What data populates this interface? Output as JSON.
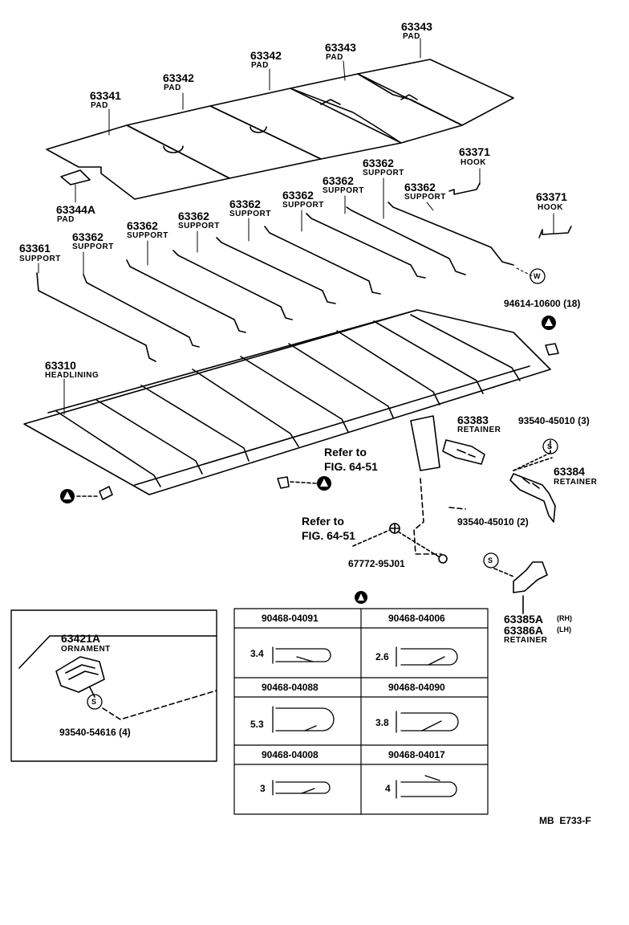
{
  "pads": [
    {
      "num": "63343",
      "name": "PAD"
    },
    {
      "num": "63343",
      "name": "PAD"
    },
    {
      "num": "63342",
      "name": "PAD"
    },
    {
      "num": "63342",
      "name": "PAD"
    },
    {
      "num": "63341",
      "name": "PAD"
    },
    {
      "num": "63344A",
      "name": "PAD"
    }
  ],
  "supports": [
    {
      "num": "63361",
      "name": "SUPPORT"
    },
    {
      "num": "63362",
      "name": "SUPPORT"
    },
    {
      "num": "63362",
      "name": "SUPPORT"
    },
    {
      "num": "63362",
      "name": "SUPPORT"
    },
    {
      "num": "63362",
      "name": "SUPPORT"
    },
    {
      "num": "63362",
      "name": "SUPPORT"
    },
    {
      "num": "63362",
      "name": "SUPPORT"
    },
    {
      "num": "63362",
      "name": "SUPPORT"
    },
    {
      "num": "63362",
      "name": "SUPPORT"
    }
  ],
  "hooks": [
    {
      "num": "63371",
      "name": "HOOK"
    },
    {
      "num": "63371",
      "name": "HOOK"
    }
  ],
  "clip_w": {
    "part": "94614-10600 (18)",
    "symbol": "W"
  },
  "headlining": {
    "num": "63310",
    "name": "HEADLINING"
  },
  "refs": [
    {
      "line1": "Refer to",
      "line2": "FIG. 64-51"
    },
    {
      "line1": "Refer to",
      "line2": "FIG. 64-51"
    }
  ],
  "retainer_63383": {
    "num": "63383",
    "name": "RETAINER"
  },
  "retainer_63384": {
    "num": "63384",
    "name": "RETAINER"
  },
  "screw_s1": {
    "part": "93540-45010 (3)",
    "symbol": "S"
  },
  "screw_s2": {
    "part": "93540-45010 (2)",
    "symbol": "S"
  },
  "nut_67772": {
    "part": "67772-95J01"
  },
  "retainer_63385": {
    "num_rh": "63385A",
    "rh": "(RH)",
    "num_lh": "63386A",
    "lh": "(LH)",
    "name": "RETAINER"
  },
  "ornament": {
    "num": "63421A",
    "name": "ORNAMENT",
    "screw": "93540-54616 (4)",
    "symbol": "S"
  },
  "clip_table": {
    "cells": [
      {
        "part": "90468-04091",
        "dim": "3.4"
      },
      {
        "part": "90468-04006",
        "dim": "2.6"
      },
      {
        "part": "90468-04088",
        "dim": "5.3"
      },
      {
        "part": "90468-04090",
        "dim": "3.8"
      },
      {
        "part": "90468-04008",
        "dim": "3"
      },
      {
        "part": "90468-04017",
        "dim": "4"
      }
    ]
  },
  "footer_code": "MB  E733-F"
}
